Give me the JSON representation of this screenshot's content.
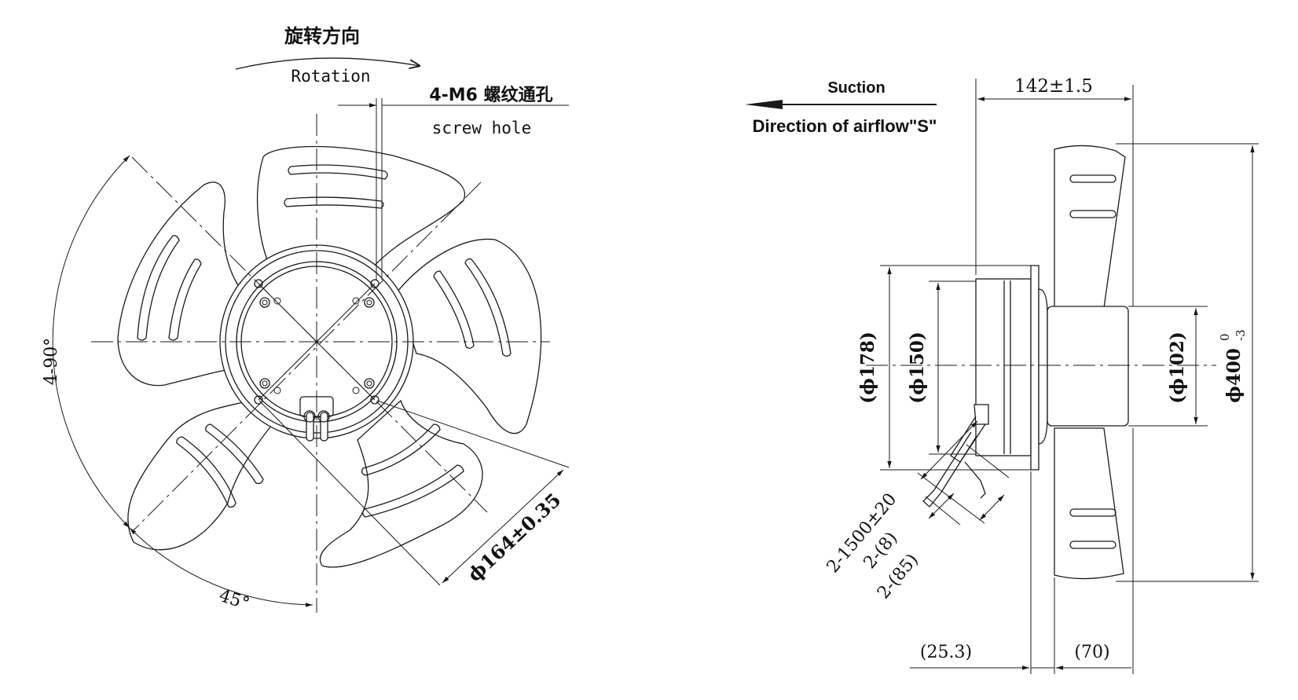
{
  "front_view": {
    "rotation_cn": "旋转方向",
    "rotation_en": "Rotation",
    "screw_hole_cn": "4-M6 螺纹通孔",
    "screw_hole_en": "screw hole",
    "angle_spacing": "4-90°",
    "angle_offset": "45°",
    "bolt_circle": "ϕ164±0.35"
  },
  "side_view": {
    "suction_label": "Suction",
    "airflow_label": "Direction of airflow\"S\"",
    "overall_depth": "142±1.5",
    "flange_dia": "(ϕ178)",
    "spigot_dia": "(ϕ150)",
    "hub_dia": "(ϕ102)",
    "outer_dia": "ϕ400",
    "outer_tol_upper": "0",
    "outer_tol_lower": "-3",
    "cable_length": "2-1500±20",
    "cable_strip_short": "2-(8)",
    "cable_strip_long": "2-(85)",
    "offset_left": "(25.3)",
    "offset_right": "(70)"
  }
}
